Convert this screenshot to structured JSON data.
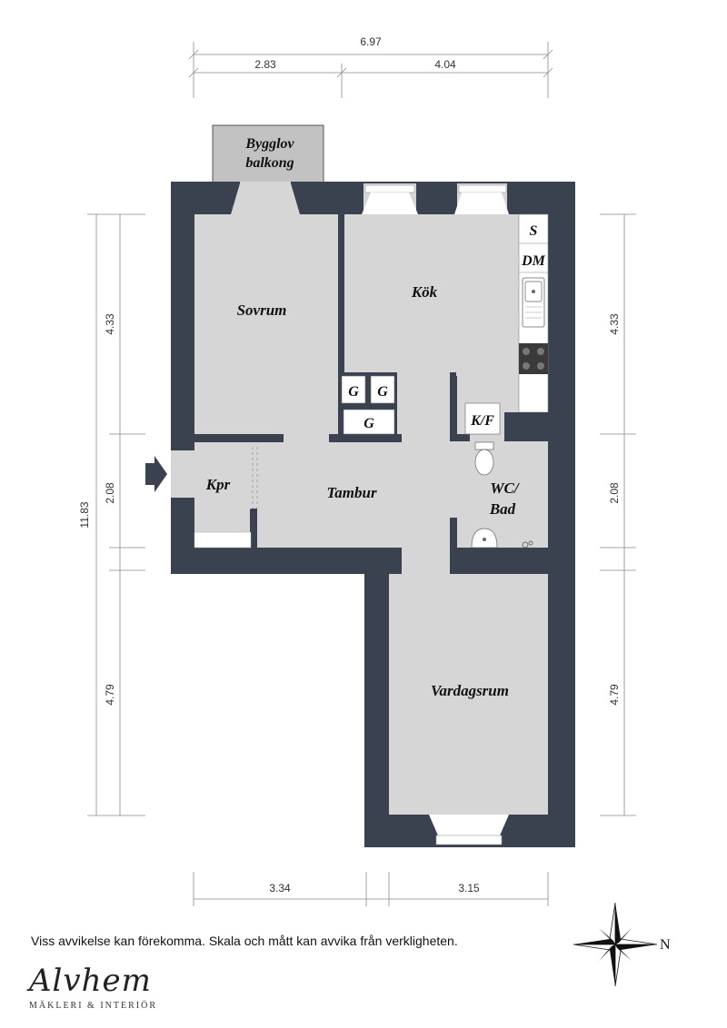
{
  "dimensions": {
    "top_total": "6.97",
    "top_left": "2.83",
    "top_right": "4.04",
    "left_total": "11.83",
    "left_upper": "4.33",
    "left_middle": "2.08",
    "left_lower": "4.79",
    "right_upper": "4.33",
    "right_middle": "2.08",
    "right_lower": "4.79",
    "bottom_left": "3.34",
    "bottom_right": "3.15"
  },
  "rooms": {
    "balcony_line1": "Bygglov",
    "balcony_line2": "balkong",
    "sovrum": "Sovrum",
    "kok": "Kök",
    "kpr": "Kpr",
    "tambur": "Tambur",
    "wc_line1": "WC/",
    "wc_line2": "Bad",
    "vardagsrum": "Vardagsrum"
  },
  "fixtures": {
    "s": "S",
    "dm": "DM",
    "kf": "K/F",
    "g1": "G",
    "g2": "G",
    "g3": "G"
  },
  "compass": {
    "north_label": "N"
  },
  "footer": {
    "disclaimer": "Viss avvikelse kan förekomma. Skala och mått kan avvika från verkligheten.",
    "brand_name": "Alvhem",
    "brand_tagline": "MÄKLERI & INTERIÖR"
  },
  "colors": {
    "wall": "#3a4250",
    "floor": "#d6d6d6",
    "balcony": "#c2c2c2"
  }
}
